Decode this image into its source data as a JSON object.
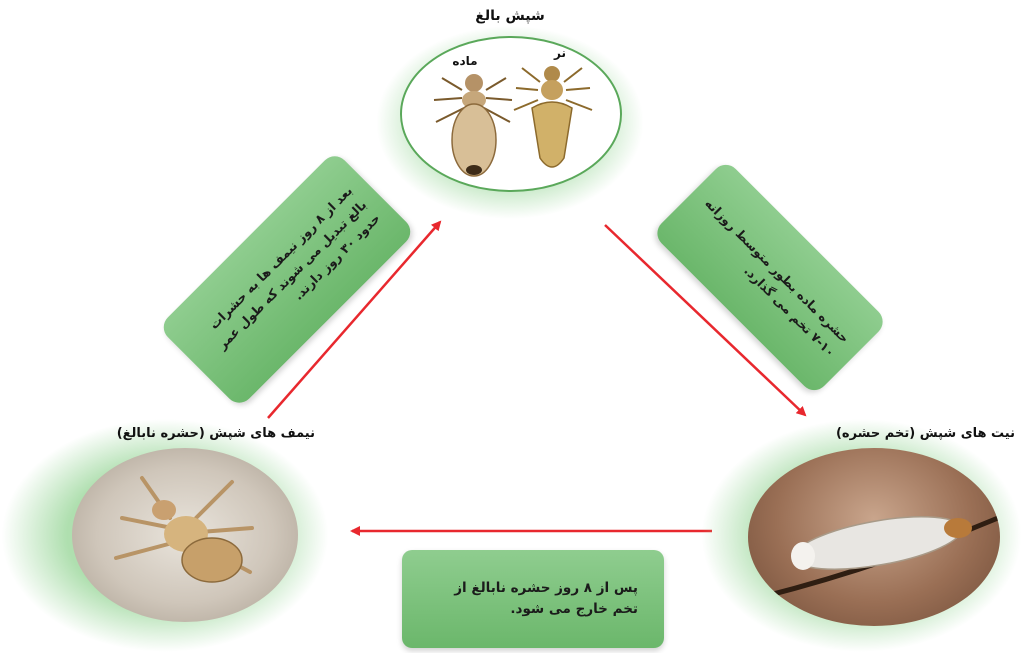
{
  "stages": {
    "adult": {
      "title": "شپش بالغ",
      "female_label": "ماده",
      "male_label": "نر"
    },
    "nit": {
      "title": "نیت های شپش (تخم حشره)"
    },
    "nymph": {
      "title": "نیمف های شپش (حشره نابالغ)"
    }
  },
  "notes": {
    "egg_laying": "حشره ماده بطور متوسط روزانه ۱۰-۷ تخم می گذارد.",
    "hatching": "پس از ۸ روز حشره نابالغ از تخم خارج می شود.",
    "maturing": "بعد از ۸ روز نیمف ها به حشرات بالغ تبدیل می شوند که طول عمر حدود ۳۰ روز دارند."
  },
  "colors": {
    "arrow": "#e8282e",
    "note_fill": "#7cc17c",
    "oval_border": "#5aa85a",
    "glow": "#9bd79b"
  }
}
